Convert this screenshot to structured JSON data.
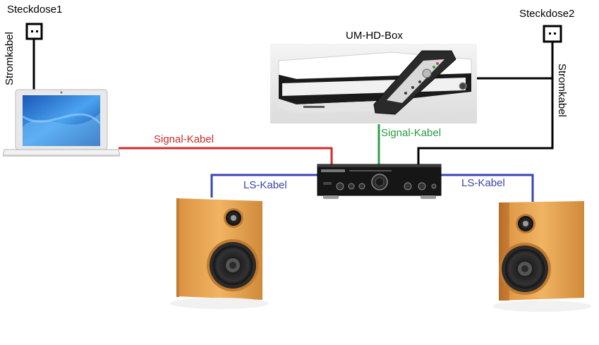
{
  "labels": {
    "outlet1": "Steckdose1",
    "outlet2": "Steckdose2",
    "box": "UM-HD-Box",
    "power_cable_left": "Stromkabel",
    "power_cable_right": "Stromkabel",
    "signal_cable_laptop": "Signal-Kabel",
    "signal_cable_box": "Signal-Kabel",
    "speaker_cable_left": "LS-Kabel",
    "speaker_cable_right": "LS-Kabel"
  },
  "colors": {
    "power_cable": "#000000",
    "signal_cable_laptop": "#d42a2a",
    "signal_cable_box": "#2aa04a",
    "speaker_cable": "#3a44b4",
    "signal_label_laptop": "#cc2b2b",
    "signal_label_box": "#2a9a45",
    "speaker_label": "#3b46a8"
  },
  "icons": {
    "outlet": "power-outlet-icon",
    "laptop": "laptop-icon",
    "box": "set-top-box-icon",
    "remote": "remote-control-icon",
    "amplifier": "amplifier-icon",
    "speaker": "speaker-icon"
  }
}
